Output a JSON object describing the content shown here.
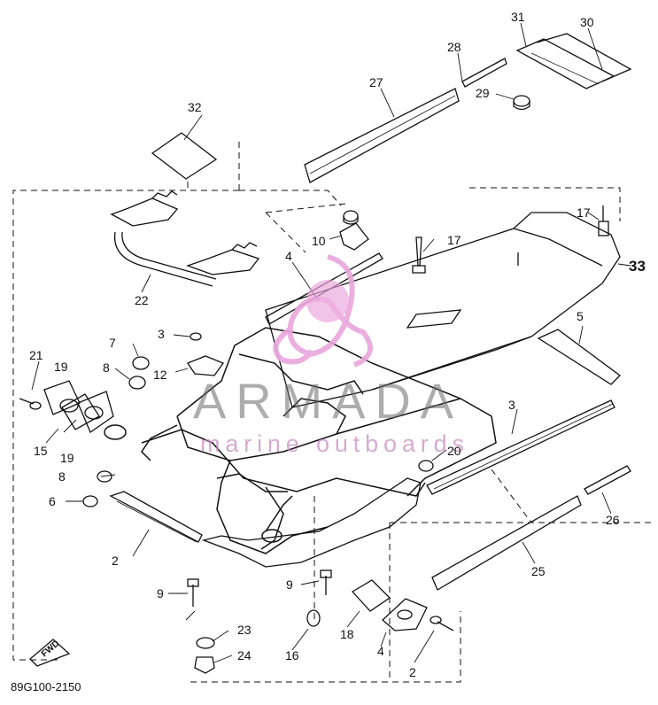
{
  "diagram": {
    "code": "89G100-2150",
    "fwd_label": "FWD",
    "callouts": {
      "c2a": "2",
      "c2b": "2",
      "c3a": "3",
      "c3b": "3",
      "c4a": "4",
      "c4b": "4",
      "c5": "5",
      "c6": "6",
      "c7": "7",
      "c8a": "8",
      "c8b": "8",
      "c9a": "9",
      "c9b": "9",
      "c10": "10",
      "c12": "12",
      "c15": "15",
      "c16": "16",
      "c17a": "17",
      "c17b": "17",
      "c18": "18",
      "c19a": "19",
      "c19b": "19",
      "c20": "20",
      "c21": "21",
      "c22": "22",
      "c23": "23",
      "c24": "24",
      "c25": "25",
      "c26": "26",
      "c27": "27",
      "c28": "28",
      "c29": "29",
      "c30": "30",
      "c31": "31",
      "c32": "32",
      "c33": "33"
    }
  },
  "watermark": {
    "brand": "ARMADA",
    "tagline": "marine outboards",
    "colors": {
      "logo": "#e9a7dc",
      "brand": "#6b6b6b"
    }
  }
}
